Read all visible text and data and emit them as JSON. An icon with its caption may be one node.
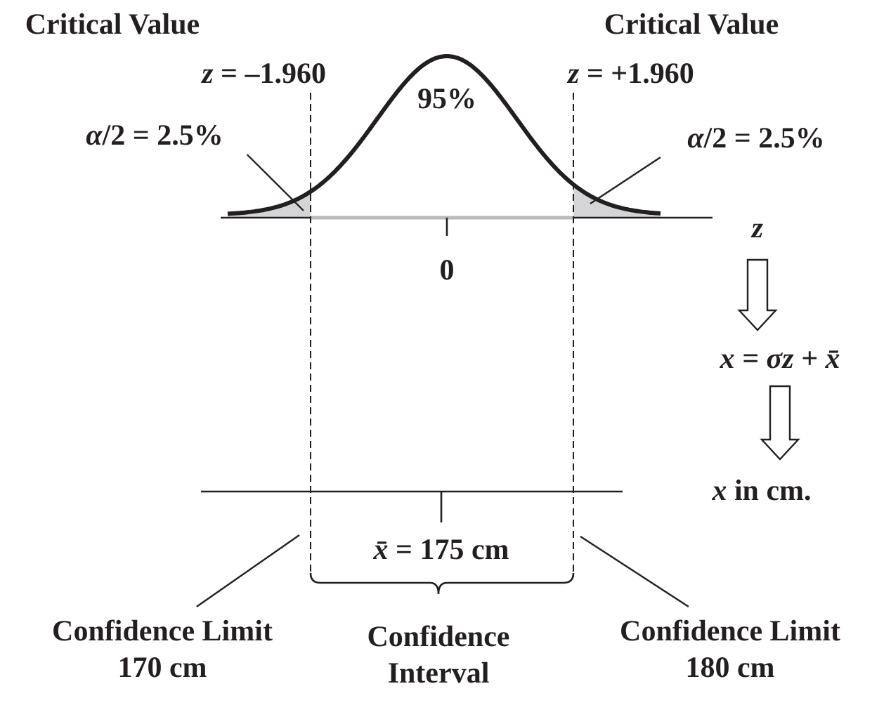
{
  "diagram": {
    "nodes": [
      {
        "text": [
          "*α*/2 = 2.5%"
        ]
      },
      {
        "text": [
          "*α*/2 = 2.5%"
        ]
      },
      {
        "text": [
          "z"
        ]
      },
      {
        "text": [
          "x = σz + x̄"
        ]
      },
      {
        "text": [
          "*x* in cm."
        ]
      },
      {
        "text": [
          "Confidence Limit 170 cm"
        ]
      },
      {
        "text": [
          "Confidence Limit 180 cm"
        ]
      },
      {
        "text": [],
        "shape": "area"
      },
      {
        "text": [],
        "shape": "area"
      }
    ],
    "edges": [
      {
        "from": 0,
        "to": 7,
        "arrow": "none"
      },
      {
        "from": 1,
        "to": 8,
        "arrow": "none"
      },
      {
        "from": 2,
        "to": 3,
        "arrow": "to"
      },
      {
        "from": 3,
        "to": 4,
        "arrow": "to"
      },
      {
        "from": 5,
        "to": null,
        "arrow": "none"
      },
      {
        "from": 6,
        "to": null,
        "arrow": "none"
      }
    ],
    "labels": [
      "Critical Value",
      "*z* = –1.960",
      "Critical Value",
      "*z* = +1.960",
      "95%",
      "0",
      "*x̄* = 175 cm",
      "Confidence Interval"
    ]
  }
}
